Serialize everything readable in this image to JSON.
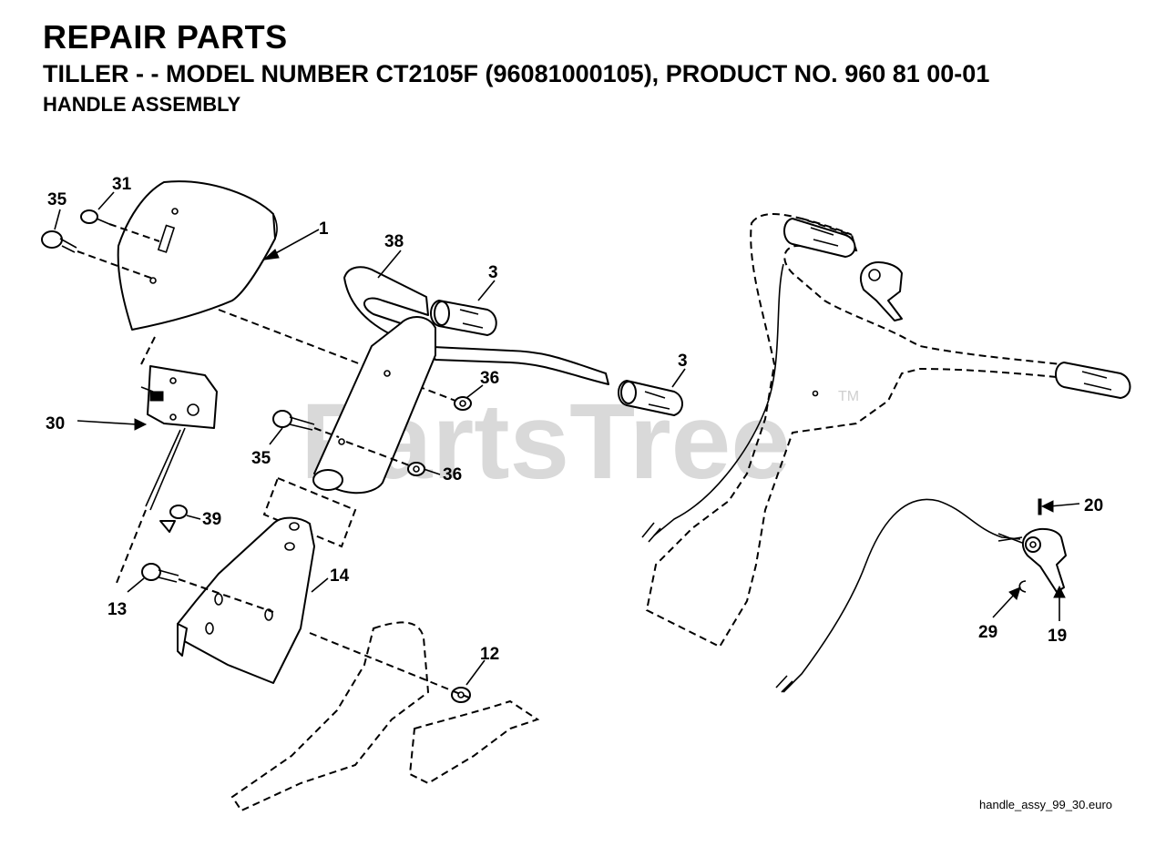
{
  "header": {
    "title": "REPAIR PARTS",
    "subtitle": "TILLER - - MODEL NUMBER CT2105F (96081000105), PRODUCT NO. 960 81 00-01",
    "section": "HANDLE ASSEMBLY"
  },
  "watermark": {
    "text": "PartsTree",
    "trademark": "TM",
    "color": "#d9d9d9"
  },
  "callouts": {
    "c1": "1",
    "c3a": "3",
    "c3b": "3",
    "c12": "12",
    "c13": "13",
    "c14": "14",
    "c19": "19",
    "c20": "20",
    "c29": "29",
    "c30": "30",
    "c31": "31",
    "c35a": "35",
    "c35b": "35",
    "c36a": "36",
    "c36b": "36",
    "c38": "38",
    "c39": "39"
  },
  "footer": {
    "filename": "handle_assy_99_30.euro"
  }
}
